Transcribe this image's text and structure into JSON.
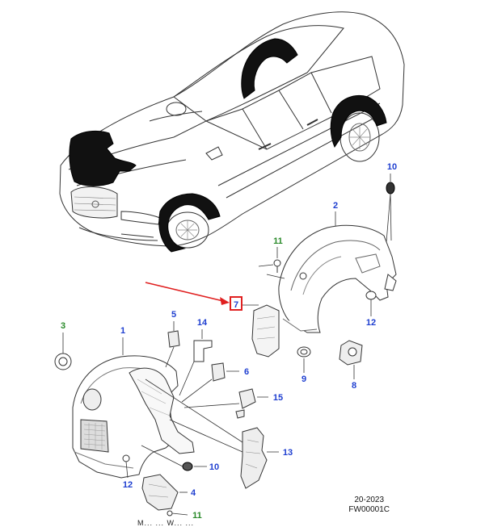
{
  "diagram": {
    "callouts": [
      {
        "id": "c1",
        "label": "1",
        "color": "#1f3fd0"
      },
      {
        "id": "c2",
        "label": "2",
        "color": "#1f3fd0"
      },
      {
        "id": "c3",
        "label": "3",
        "color": "#2a8a2a"
      },
      {
        "id": "c4",
        "label": "4",
        "color": "#1f3fd0"
      },
      {
        "id": "c5",
        "label": "5",
        "color": "#1f3fd0"
      },
      {
        "id": "c6",
        "label": "6",
        "color": "#1f3fd0"
      },
      {
        "id": "c7",
        "label": "7",
        "color": "#1f3fd0"
      },
      {
        "id": "c8",
        "label": "8",
        "color": "#1f3fd0"
      },
      {
        "id": "c9",
        "label": "9",
        "color": "#1f3fd0"
      },
      {
        "id": "c10a",
        "label": "10",
        "color": "#1f3fd0"
      },
      {
        "id": "c10b",
        "label": "10",
        "color": "#1f3fd0"
      },
      {
        "id": "c11a",
        "label": "11",
        "color": "#2a8a2a"
      },
      {
        "id": "c11b",
        "label": "11",
        "color": "#2a8a2a"
      },
      {
        "id": "c12a",
        "label": "12",
        "color": "#1f3fd0"
      },
      {
        "id": "c12b",
        "label": "12",
        "color": "#1f3fd0"
      },
      {
        "id": "c13",
        "label": "13",
        "color": "#1f3fd0"
      },
      {
        "id": "c14",
        "label": "14",
        "color": "#1f3fd0"
      },
      {
        "id": "c15",
        "label": "15",
        "color": "#1f3fd0"
      }
    ],
    "highlight_color": "#e02020",
    "footer_date": "20-2023",
    "footer_code": "FW00001C",
    "bottom_caption": "M... ... W... ..."
  }
}
